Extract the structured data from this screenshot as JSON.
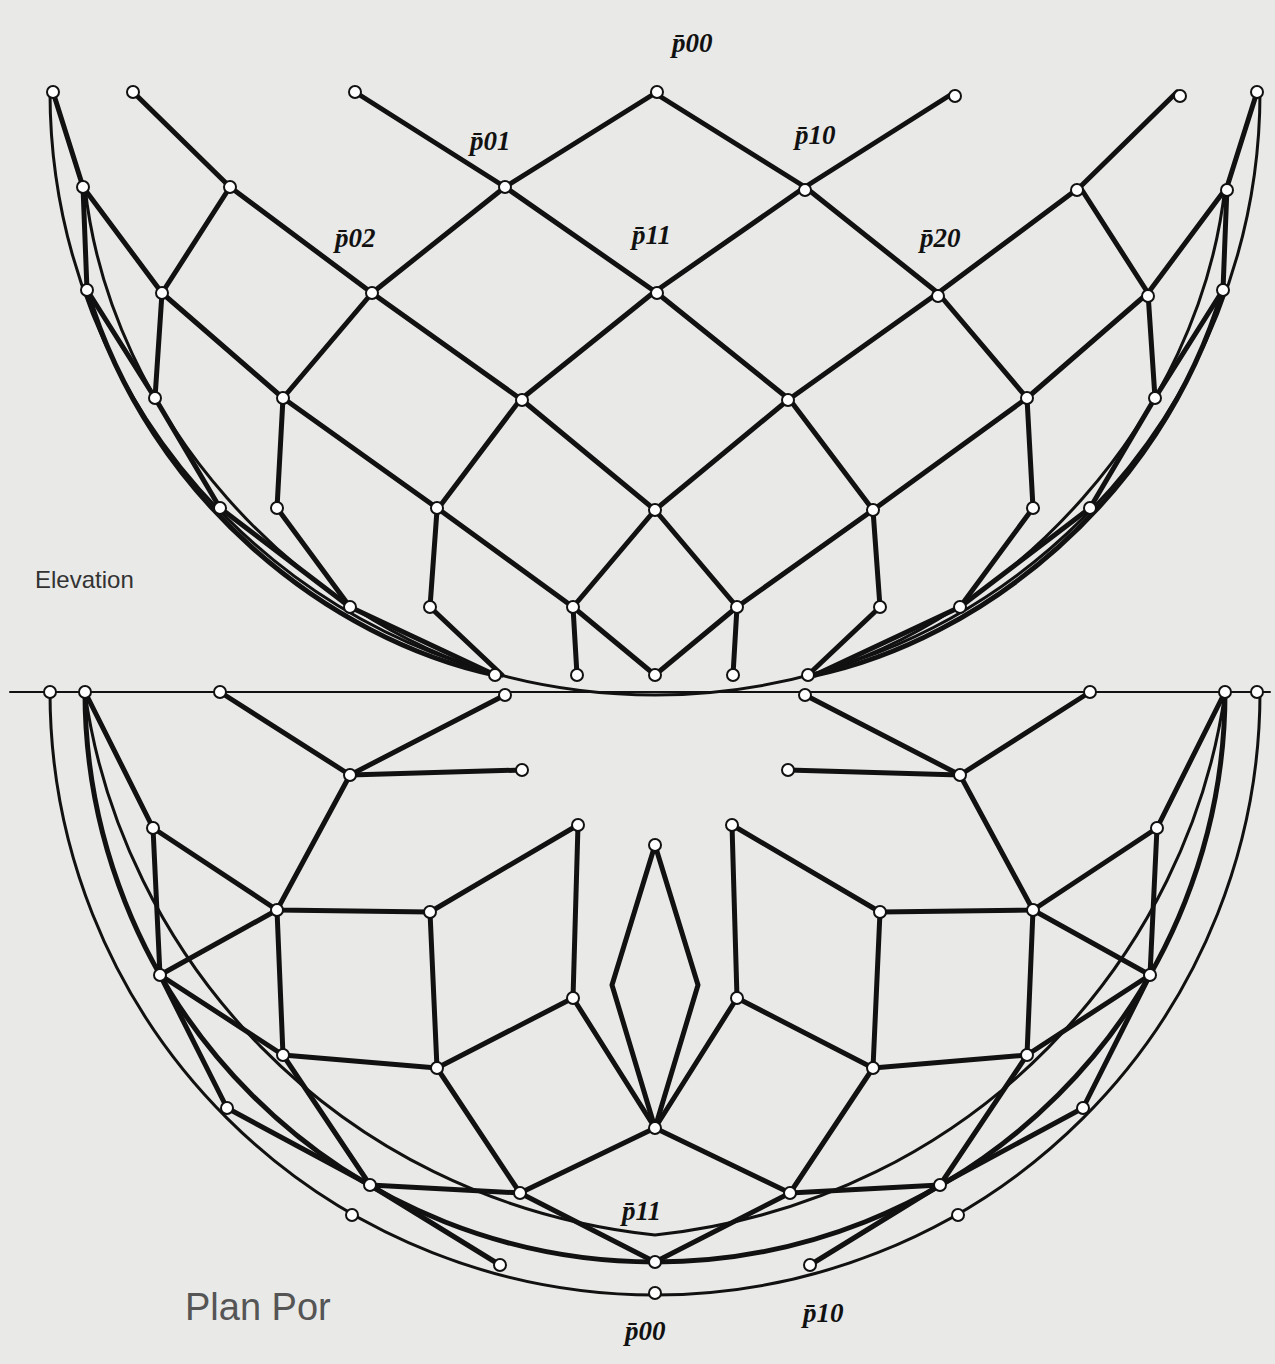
{
  "diagram": {
    "labels": [
      "p̄00",
      "p̄01",
      "p̄10",
      "p̄02",
      "p̄11",
      "p̄20",
      "Elevation",
      "p̄11",
      "p̄10",
      "p̄00",
      "Plan Por"
    ]
  }
}
